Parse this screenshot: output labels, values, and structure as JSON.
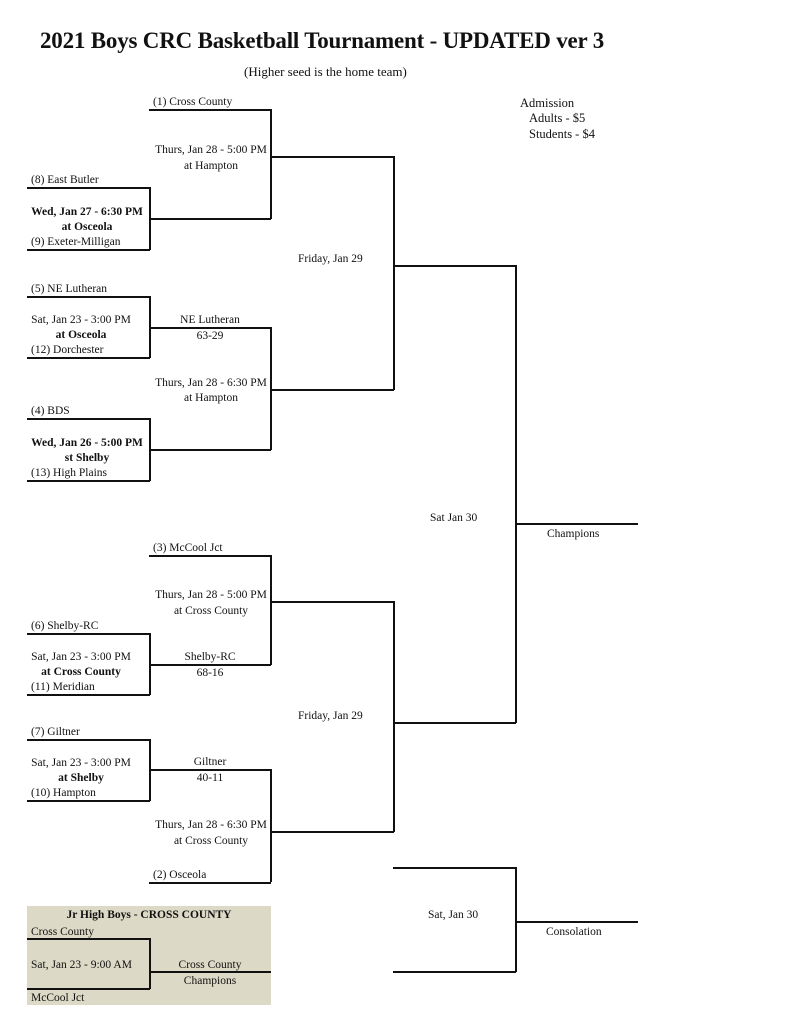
{
  "title": "2021 Boys CRC Basketball Tournament - UPDATED ver 3",
  "subtitle": "(Higher seed is the home team)",
  "admission": {
    "heading": "Admission",
    "adults": "Adults - $5",
    "students": "Students - $4"
  },
  "teams": {
    "t1": "(1) Cross County",
    "t8": "(8) East Butler",
    "t9": "(9) Exeter-Milligan",
    "t5": "(5) NE Lutheran",
    "t12": "(12) Dorchester",
    "t4": "(4) BDS",
    "t13": "(13) High Plains",
    "t3": "(3) McCool Jct",
    "t6": "(6) Shelby-RC",
    "t11": "(11) Meridian",
    "t7": "(7) Giltner",
    "t10": "(10) Hampton",
    "t2": "(2) Osceola"
  },
  "games": {
    "g8v9": {
      "date": "Wed, Jan 27 - 6:30 PM",
      "site": "at Osceola"
    },
    "g5v12": {
      "date": "Sat, Jan 23 - 3:00 PM",
      "site": "at Osceola",
      "winner": "NE Lutheran",
      "score": "63-29"
    },
    "g4v13": {
      "date": "Wed, Jan 26 - 5:00 PM",
      "site": "st Shelby"
    },
    "g6v11": {
      "date": "Sat, Jan 23 - 3:00 PM",
      "site": "at Cross County",
      "winner": "Shelby-RC",
      "score": "68-16"
    },
    "g7v10": {
      "date": "Sat, Jan 23 - 3:00 PM",
      "site": "at Shelby",
      "winner": "Giltner",
      "score": "40-11"
    },
    "qf_top1": {
      "date": "Thurs, Jan 28 - 5:00 PM",
      "site": "at Hampton"
    },
    "qf_top2": {
      "date": "Thurs, Jan 28 - 6:30 PM",
      "site": "at Hampton"
    },
    "qf_bot1": {
      "date": "Thurs, Jan 28 - 5:00 PM",
      "site": "at Cross County"
    },
    "qf_bot2": {
      "date": "Thurs, Jan 28 - 6:30 PM",
      "site": "at Cross County"
    },
    "sf_top": {
      "date": "Friday, Jan 29"
    },
    "sf_bot": {
      "date": "Friday, Jan 29"
    },
    "final": {
      "date": "Sat Jan 30",
      "label": "Champions"
    },
    "consolation": {
      "date": "Sat, Jan 30",
      "label": "Consolation"
    }
  },
  "jr_high": {
    "heading": "Jr High Boys - CROSS COUNTY",
    "team_a": "Cross County",
    "team_b": "McCool Jct",
    "date": "Sat, Jan 23 - 9:00 AM",
    "winner": "Cross County",
    "result_label": "Champions"
  }
}
